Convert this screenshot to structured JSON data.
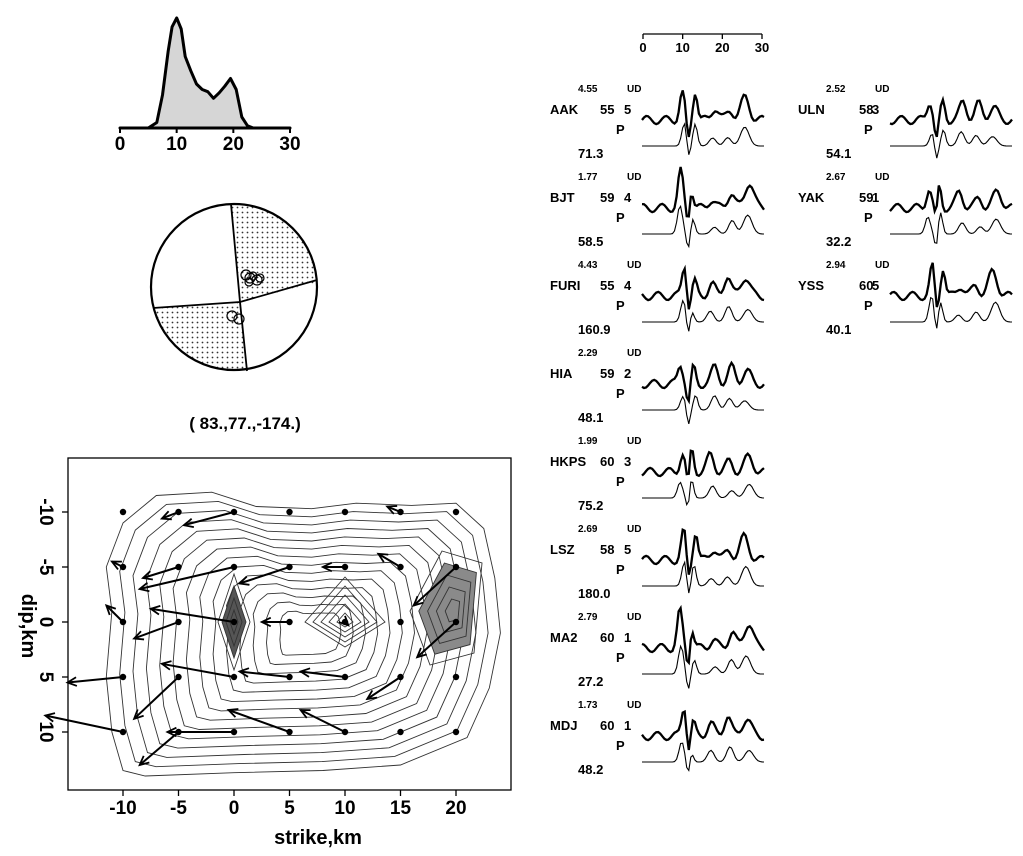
{
  "chart_data": [
    {
      "type": "area",
      "description": "source time function (moment rate)",
      "x": [
        0,
        5,
        6.5,
        7.5,
        8.5,
        9.2,
        10,
        10.8,
        11.5,
        12.5,
        13.5,
        14.5,
        15.5,
        16.5,
        17.5,
        18.5,
        19.5,
        20.5,
        21.5,
        22.5,
        23.5,
        30
      ],
      "values": [
        0,
        0,
        0.05,
        0.3,
        0.7,
        0.92,
        1.0,
        0.9,
        0.65,
        0.52,
        0.4,
        0.35,
        0.33,
        0.27,
        0.32,
        0.38,
        0.45,
        0.35,
        0.1,
        0.02,
        0,
        0
      ],
      "xticks": [
        "0",
        "10",
        "20",
        "30"
      ],
      "xlim": [
        0,
        30
      ],
      "fill": "#d6d6d6"
    },
    {
      "type": "focal-mechanism",
      "label": "( 83.,77.,-174.)",
      "compressional_fill": "dotted"
    },
    {
      "type": "contour",
      "description": "slip distribution on fault plane with rake arrows",
      "xlabel": "strike,km",
      "ylabel": "dip,km",
      "xticks": [
        "-10",
        "-5",
        "0",
        "5",
        "10",
        "15",
        "20"
      ],
      "yticks": [
        "-10",
        "-5",
        "0",
        "5",
        "10"
      ],
      "xlim": [
        -15,
        25
      ],
      "ylim": [
        -14.5,
        14.5
      ],
      "peaks": [
        {
          "x": 0,
          "y": 0,
          "fill": "#555555"
        },
        {
          "x": 20,
          "y": -1,
          "fill": "#8a8a8a"
        }
      ],
      "grid_nodes_x": [
        -10,
        -5,
        0,
        5,
        10,
        15,
        20
      ],
      "grid_nodes_y": [
        -10,
        -5,
        0,
        5,
        10
      ],
      "arrows": [
        {
          "x": -5,
          "y": -10,
          "dx": -1.5,
          "dy": 0.6
        },
        {
          "x": 0,
          "y": -10,
          "dx": -4.5,
          "dy": 1.2
        },
        {
          "x": 15,
          "y": -10,
          "dx": -1.2,
          "dy": -0.5
        },
        {
          "x": -10,
          "y": -5,
          "dx": -1.0,
          "dy": -0.5
        },
        {
          "x": -5,
          "y": -5,
          "dx": -3.2,
          "dy": 1.0
        },
        {
          "x": 0,
          "y": -5,
          "dx": -8.5,
          "dy": 2.0
        },
        {
          "x": 5,
          "y": -5,
          "dx": -4.5,
          "dy": 1.5
        },
        {
          "x": 10,
          "y": -5,
          "dx": -2.0,
          "dy": 0
        },
        {
          "x": 15,
          "y": -5,
          "dx": -2.0,
          "dy": -1.2
        },
        {
          "x": 20,
          "y": -5,
          "dx": -3.8,
          "dy": 3.5
        },
        {
          "x": -10,
          "y": 0,
          "dx": -1.5,
          "dy": -1.5
        },
        {
          "x": -5,
          "y": 0,
          "dx": -4.0,
          "dy": 1.5
        },
        {
          "x": 0,
          "y": 0,
          "dx": -7.5,
          "dy": -1.2
        },
        {
          "x": 5,
          "y": 0,
          "dx": -2.5,
          "dy": 0
        },
        {
          "x": 10,
          "y": 0,
          "dx": 0.3,
          "dy": 0.3
        },
        {
          "x": 20,
          "y": 0,
          "dx": -3.5,
          "dy": 3.2
        },
        {
          "x": -10,
          "y": 5,
          "dx": -5.0,
          "dy": 0.5
        },
        {
          "x": -5,
          "y": 5,
          "dx": -4.0,
          "dy": 3.8
        },
        {
          "x": 0,
          "y": 5,
          "dx": -6.5,
          "dy": -1.2
        },
        {
          "x": 5,
          "y": 5,
          "dx": -4.5,
          "dy": -0.5
        },
        {
          "x": 10,
          "y": 5,
          "dx": -4.0,
          "dy": -0.5
        },
        {
          "x": 15,
          "y": 5,
          "dx": -3.0,
          "dy": 2.0
        },
        {
          "x": -10,
          "y": 10,
          "dx": -7.0,
          "dy": -1.5
        },
        {
          "x": -5,
          "y": 10,
          "dx": -3.5,
          "dy": 3.0
        },
        {
          "x": 0,
          "y": 10,
          "dx": -6.0,
          "dy": 0
        },
        {
          "x": 5,
          "y": 10,
          "dx": -5.5,
          "dy": -2.0
        },
        {
          "x": 10,
          "y": 10,
          "dx": -4.0,
          "dy": -2.0
        }
      ]
    },
    {
      "type": "line",
      "description": "waveform comparison, observed (thick) vs synthetic (thin)",
      "time_axis": {
        "xlim": [
          0,
          30
        ],
        "xticks": [
          "0",
          "10",
          "20",
          "30"
        ]
      },
      "stations": [
        {
          "name": "AAK",
          "amp": "4.55",
          "comp": "UD",
          "az": "55",
          "dist": "5",
          "phase": "P",
          "val": "71.3"
        },
        {
          "name": "BJT",
          "amp": "1.77",
          "comp": "UD",
          "az": "59",
          "dist": "4",
          "phase": "P",
          "val": "58.5"
        },
        {
          "name": "FURI",
          "amp": "4.43",
          "comp": "UD",
          "az": "55",
          "dist": "4",
          "phase": "P",
          "val": "160.9"
        },
        {
          "name": "HIA",
          "amp": "2.29",
          "comp": "UD",
          "az": "59",
          "dist": "2",
          "phase": "P",
          "val": "48.1"
        },
        {
          "name": "HKPS",
          "amp": "1.99",
          "comp": "UD",
          "az": "60",
          "dist": "3",
          "phase": "P",
          "val": "75.2"
        },
        {
          "name": "LSZ",
          "amp": "2.69",
          "comp": "UD",
          "az": "58",
          "dist": "5",
          "phase": "P",
          "val": "180.0"
        },
        {
          "name": "MA2",
          "amp": "2.79",
          "comp": "UD",
          "az": "60",
          "dist": "1",
          "phase": "P",
          "val": "27.2"
        },
        {
          "name": "MDJ",
          "amp": "1.73",
          "comp": "UD",
          "az": "60",
          "dist": "1",
          "phase": "P",
          "val": "48.2"
        },
        {
          "name": "ULN",
          "amp": "2.52",
          "comp": "UD",
          "az": "58",
          "dist": "3",
          "phase": "P",
          "val": "54.1"
        },
        {
          "name": "YAK",
          "amp": "2.67",
          "comp": "UD",
          "az": "59",
          "dist": "1",
          "phase": "P",
          "val": "32.2"
        },
        {
          "name": "YSS",
          "amp": "2.94",
          "comp": "UD",
          "az": "60",
          "dist": "5",
          "phase": "P",
          "val": "40.1"
        }
      ]
    }
  ]
}
